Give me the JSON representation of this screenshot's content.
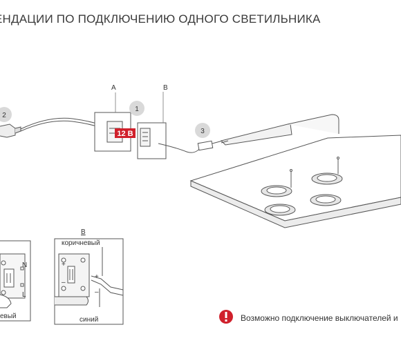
{
  "title": "ЕНДАЦИИ ПО ПОДКЛЮЧЕНИЮ ОДНОГО СВЕТИЛЬНИКА",
  "callouts": {
    "one": "1",
    "two": "2",
    "three": "3"
  },
  "labels": {
    "a": "A",
    "b": "B"
  },
  "voltage_badge": "12 В",
  "detail_left": {
    "n": "N",
    "l": "L",
    "wire": "евый"
  },
  "detail_b": {
    "title": "B",
    "brown": "коричневый",
    "blue": "синий",
    "plus": "+",
    "minus": "–"
  },
  "note": {
    "text": "Возможно подключение выключателей и",
    "icon": "warning-icon",
    "color": "#d0202b"
  },
  "colors": {
    "badge": "#d0202b",
    "line": "#555555",
    "callout_fill": "#d9d9d9"
  }
}
